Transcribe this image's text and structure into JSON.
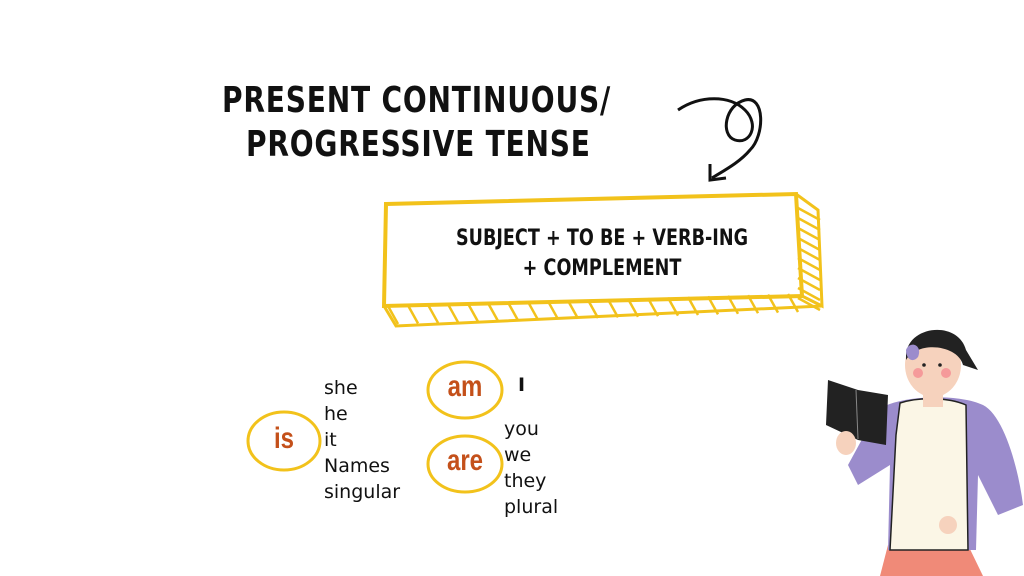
{
  "title": {
    "line1": "PRESENT CONTINUOUS/",
    "line2": "PROGRESSIVE TENSE"
  },
  "formula": {
    "line1": "SUBJECT + TO BE + VERB-ING",
    "line2": "+ COMPLEMENT"
  },
  "verbs": [
    {
      "word": "is",
      "pronouns": [
        "she",
        "he",
        "it",
        "Names",
        "singular"
      ]
    },
    {
      "word": "am",
      "pronouns": [
        "I"
      ]
    },
    {
      "word": "are",
      "pronouns": [
        "you",
        "we",
        "they",
        "plural"
      ]
    }
  ],
  "colors": {
    "highlight": "#f2c21b",
    "verb": "#c4501a",
    "shirt": "#9b8ccc",
    "skin": "#f6d2bd"
  }
}
